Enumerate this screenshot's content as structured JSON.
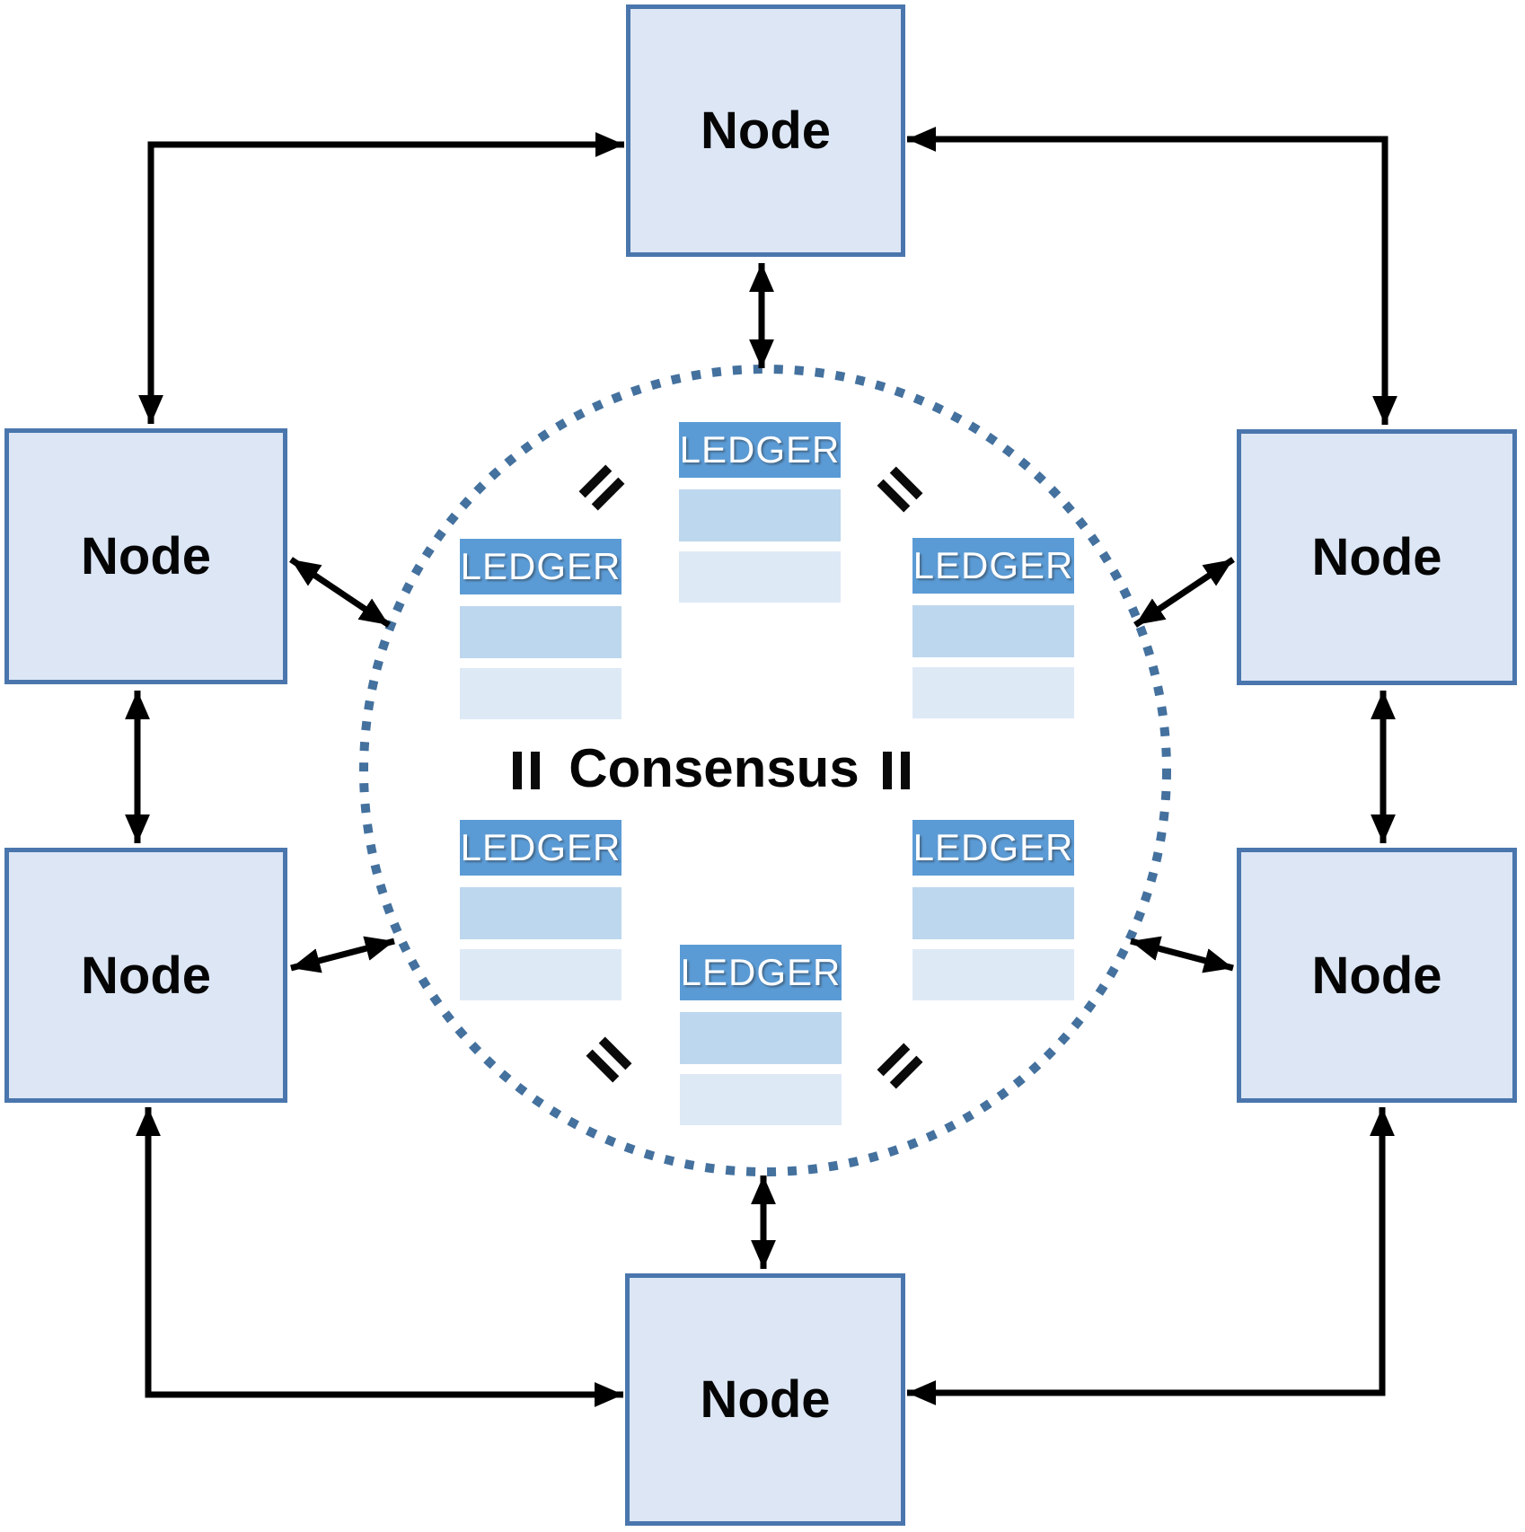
{
  "diagram_title": "Consensus",
  "consensus": {
    "label": "Consensus"
  },
  "nodes": [
    {
      "id": "top",
      "label": "Node"
    },
    {
      "id": "upper-left",
      "label": "Node"
    },
    {
      "id": "upper-right",
      "label": "Node"
    },
    {
      "id": "lower-left",
      "label": "Node"
    },
    {
      "id": "lower-right",
      "label": "Node"
    },
    {
      "id": "bottom",
      "label": "Node"
    }
  ],
  "ledgers": [
    {
      "id": "top-center",
      "label": "LEDGER"
    },
    {
      "id": "upper-left",
      "label": "LEDGER"
    },
    {
      "id": "upper-right",
      "label": "LEDGER"
    },
    {
      "id": "lower-left",
      "label": "LEDGER"
    },
    {
      "id": "lower-right",
      "label": "LEDGER"
    },
    {
      "id": "bottom-center",
      "label": "LEDGER"
    }
  ],
  "equality_marks": {
    "count": 6,
    "glyph": "="
  },
  "colors": {
    "node_fill": "#dce6f5",
    "node_border": "#4a76ad",
    "ledger_header": "#5b9bd5",
    "ledger_row1": "#bdd7ee",
    "ledger_row2": "#dee9f6",
    "circle_dots": "#44719e",
    "arrow": "#000000"
  }
}
